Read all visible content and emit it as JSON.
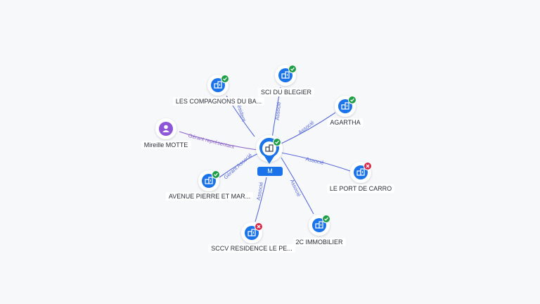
{
  "center": {
    "label": "M",
    "icon": "building-icon",
    "status": "active"
  },
  "nodes": [
    {
      "id": "compagnons",
      "label": "LES COMPAGNONS DU BA...",
      "type": "company",
      "icon": "building-icon",
      "status": "active"
    },
    {
      "id": "sci",
      "label": "SCI DU BLEGIER",
      "type": "company",
      "icon": "building-icon",
      "status": "active"
    },
    {
      "id": "agartha",
      "label": "AGARTHA",
      "type": "company",
      "icon": "building-icon",
      "status": "active"
    },
    {
      "id": "mireille",
      "label": "Mireille MOTTE",
      "type": "person",
      "icon": "person-icon",
      "status": ""
    },
    {
      "id": "port",
      "label": "LE PORT DE CARRO",
      "type": "company",
      "icon": "building-icon",
      "status": "closed"
    },
    {
      "id": "avenue",
      "label": "AVENUE PIERRE ET MAR...",
      "type": "company",
      "icon": "building-icon",
      "status": "active"
    },
    {
      "id": "sccv",
      "label": "SCCV RESIDENCE LE PE...",
      "type": "company",
      "icon": "building-icon",
      "status": "closed"
    },
    {
      "id": "immobilier",
      "label": "2C IMMOBILIER",
      "type": "company",
      "icon": "building-icon",
      "status": "active"
    }
  ],
  "edges": [
    {
      "target": "compagnons",
      "label": "Président"
    },
    {
      "target": "sci",
      "label": "Associé"
    },
    {
      "target": "agartha",
      "label": "Associé"
    },
    {
      "target": "mireille",
      "label": "Gérant représentant"
    },
    {
      "target": "port",
      "label": "Associé"
    },
    {
      "target": "avenue",
      "label": "Gérant Associé"
    },
    {
      "target": "sccv",
      "label": "Associé"
    },
    {
      "target": "immobilier",
      "label": "Associé"
    }
  ],
  "colors": {
    "company": "#1a73e8",
    "person": "#8e57d8",
    "active": "#1e9e46",
    "closed": "#d8284a",
    "edge": "#5a6bd8",
    "edge_person": "#8a64c8"
  }
}
